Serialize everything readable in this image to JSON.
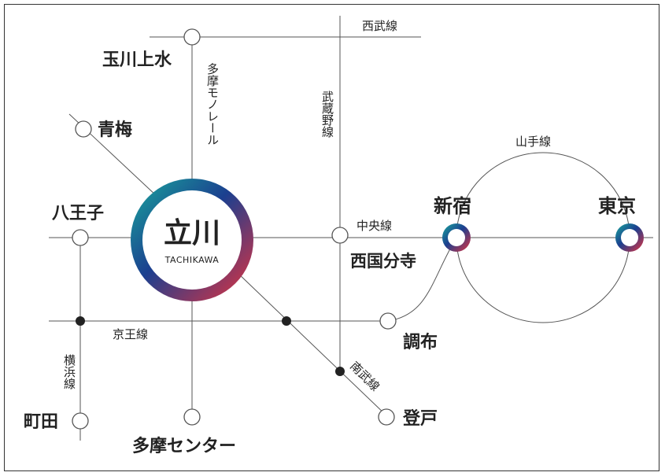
{
  "hub": {
    "name": "立川",
    "romaji": "TACHIKAWA"
  },
  "stations": {
    "tamagawajosui": "玉川上水",
    "ome": "青梅",
    "hachioji": "八王子",
    "machida": "町田",
    "tama_center": "多摩センター",
    "nishikokubunji": "西国分寺",
    "chofu": "調布",
    "noborito": "登戸",
    "shinjuku": "新宿",
    "tokyo": "東京"
  },
  "lines": {
    "seibu": "西武線",
    "tama_monorail": "多摩モノレール",
    "musashino": "武蔵野線",
    "yamanote": "山手線",
    "chuo": "中央線",
    "keio": "京王線",
    "yokohama": "横浜線",
    "nambu": "南武線"
  },
  "colors": {
    "line": "#555555",
    "hub_gradient_start": "#1aa99d",
    "hub_gradient_mid": "#1b3f8f",
    "hub_gradient_end": "#e5323e",
    "frame": "#333333"
  }
}
